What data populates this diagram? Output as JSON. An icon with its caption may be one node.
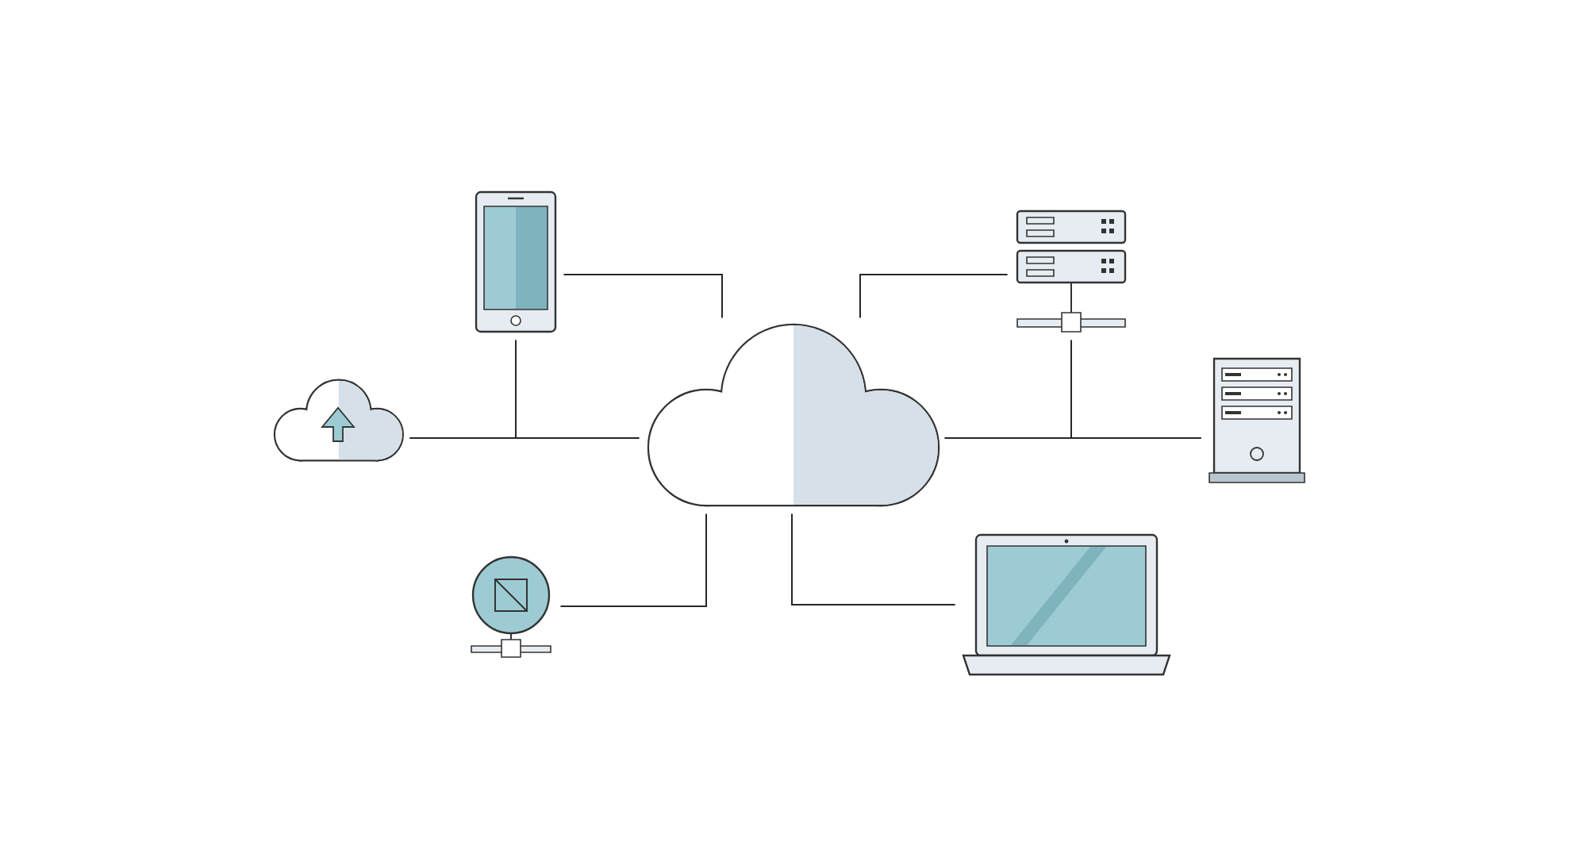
{
  "diagram": {
    "nodes": [
      {
        "text": [],
        "shape": "cloud"
      },
      {
        "text": [],
        "shape": "phone"
      },
      {
        "text": [],
        "shape": "cloud"
      },
      {
        "text": [],
        "shape": "circle"
      },
      {
        "text": [],
        "shape": "server"
      },
      {
        "text": [],
        "shape": "tower"
      },
      {
        "text": [],
        "shape": "laptop"
      }
    ],
    "edges": [
      {
        "from": 1,
        "to": 0,
        "arrow": "none"
      },
      {
        "from": 2,
        "to": 0,
        "arrow": "none"
      },
      {
        "from": 1,
        "to": 2,
        "arrow": "none"
      },
      {
        "from": 4,
        "to": 0,
        "arrow": "none"
      },
      {
        "from": 5,
        "to": 0,
        "arrow": "none"
      },
      {
        "from": 4,
        "to": 5,
        "arrow": "none"
      },
      {
        "from": 3,
        "to": 0,
        "arrow": "none"
      },
      {
        "from": 6,
        "to": 0,
        "arrow": "none"
      }
    ]
  }
}
